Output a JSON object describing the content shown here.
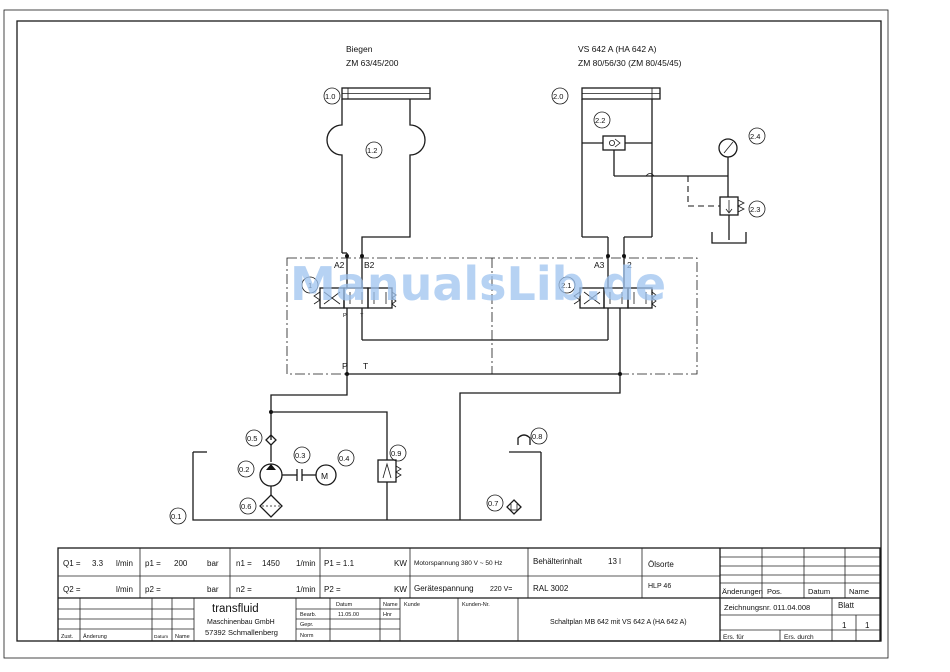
{
  "labels": {
    "biegen": "Biegen",
    "biegen_model": "ZM 63/45/200",
    "vs_title": "VS 642 A  (HA 642 A)",
    "vs_model": "ZM 80/56/30 (ZM 80/45/45)"
  },
  "ports": {
    "a2": "A2",
    "b2": "B2",
    "a3": "A3",
    "two": "2",
    "p": "P",
    "t": "T"
  },
  "nodes": {
    "n10": "1.0",
    "n12": "1.2",
    "n11": "1",
    "n20": "2.0",
    "n22": "2.2",
    "n24": "2.4",
    "n23": "2.3",
    "n21": "2.1",
    "n05": "0.5",
    "n03": "0.3",
    "n04": "0.4",
    "n02": "0.2",
    "n06": "0.6",
    "n09": "0.9",
    "n01": "0.1",
    "n08": "0.8",
    "n07": "0.7"
  },
  "symbols": {
    "motor": "M"
  },
  "watermark": "ManualsLib.de",
  "title_block": {
    "q1_label": "Q1 =",
    "q1_val": "3.3",
    "q1_unit": "l/min",
    "p1_label": "p1 =",
    "p1_val": "200",
    "p1_unit": "bar",
    "n1_label": "n1 =",
    "n1_val": "1450",
    "n1_unit": "1/min",
    "P1_label": "P1 = 1.1",
    "P1_unit": "KW",
    "motor_voltage": "Motorspannung 380 V ~ 50 Hz",
    "tank_label": "Behälterinhalt",
    "tank_val": "13  l",
    "oil_label": "Ölsorte",
    "oil_val": "HLP 46",
    "q2_label": "Q2 =",
    "q2_unit": "l/min",
    "p2_label": "p2 =",
    "p2_unit": "bar",
    "n2_label": "n2 =",
    "n2_unit": "1/min",
    "P2_label": "P2 =",
    "P2_unit": "KW",
    "device_voltage": "Gerätespannung",
    "device_voltage_val": "220 V=",
    "ral": "RAL 3002",
    "aenderungen": "Änderungen",
    "pos": "Pos.",
    "datum": "Datum",
    "name": "Name",
    "company": "transfluid",
    "company_line2": "Maschinenbau GmbH",
    "company_line3": "57392 Schmallenberg",
    "col_datum": "Datum",
    "col_name": "Name",
    "col_kunde": "Kunde",
    "col_kunden_nr": "Kunden-Nr.",
    "bearb": "Bearb.",
    "bearb_date": "11.05.00",
    "bearb_name": "Hnr",
    "gepr": "Gepr.",
    "norm": "Norm",
    "schaltplan": "Schaltplan MB 642 mit VS 642 A (HA 642 A)",
    "zeichnungsnr": "Zeichnungsnr. 011.04.008",
    "blatt": "Blatt",
    "blatt_val1": "1",
    "blatt_val2": "1",
    "ers_fuer": "Ers. für",
    "ers_durch": "Ers. durch",
    "zust": "Zust.",
    "aenderung": "Änderung",
    "b_datum": "Datum",
    "b_name": "Name"
  }
}
